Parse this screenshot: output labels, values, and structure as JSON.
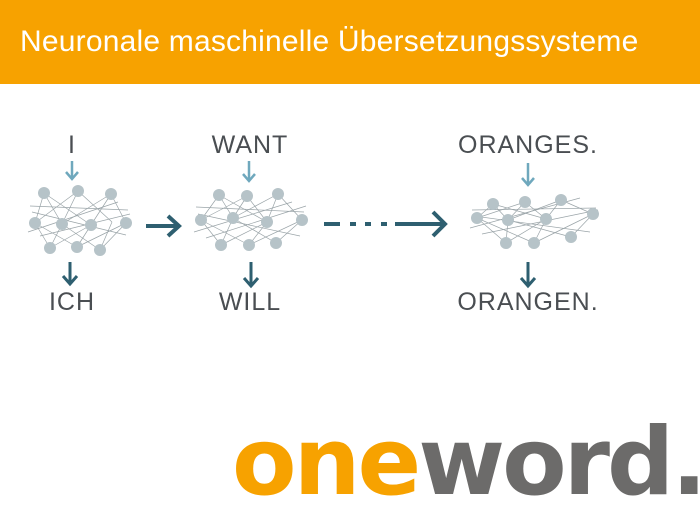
{
  "header": {
    "title": "Neuronale maschinelle Übersetzungssysteme"
  },
  "steps": [
    {
      "source": "I",
      "target": "ICH"
    },
    {
      "source": "WANT",
      "target": "WILL"
    },
    {
      "source": "ORANGES.",
      "target": "ORANGEN."
    }
  ],
  "logo": {
    "part1": "one",
    "part2": "word."
  },
  "colors": {
    "header_bg": "#f7a200",
    "arrow_in": "#6fa8bd",
    "arrow_out": "#2e5f70",
    "node": "#b6c3c8",
    "logo_orange": "#f7a200",
    "logo_gray": "#6c6b6a"
  }
}
